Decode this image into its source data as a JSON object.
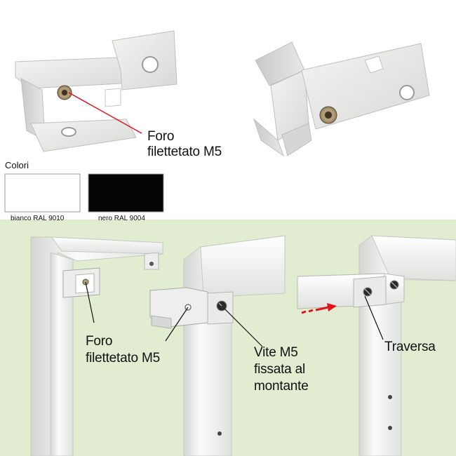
{
  "top_label": {
    "line1": "Foro",
    "line2": "filettetato M5"
  },
  "colors": {
    "title": "Colori",
    "swatches": [
      {
        "label": "bianco RAL 9010",
        "color": "#ffffff"
      },
      {
        "label": "nero RAL 9004",
        "color": "#050505"
      }
    ]
  },
  "bottom_labels": {
    "hole": {
      "line1": "Foro",
      "line2": "filettetato M5"
    },
    "screw": {
      "line1": "Vite M5",
      "line2": "fissata al",
      "line3": "montante"
    },
    "crossbar": "Traversa"
  },
  "theme": {
    "bottom_background": "#e2ecd0",
    "bracket_color": "#e9e9e7",
    "arrow_color": "#e2121f"
  }
}
